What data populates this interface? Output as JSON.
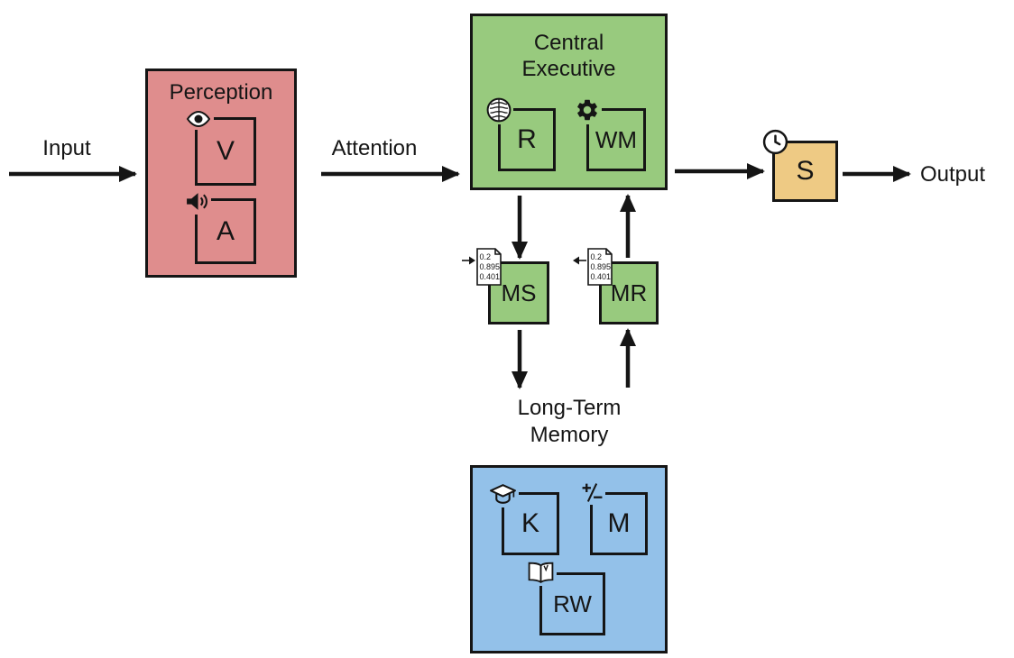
{
  "colors": {
    "perception": "#df8d8d",
    "central_executive": "#98ca7e",
    "long_term_memory": "#93c1e9",
    "s_module": "#eeca84",
    "line": "#151515"
  },
  "labels": {
    "input": "Input",
    "attention": "Attention",
    "output": "Output",
    "long_term_memory": "Long-Term Memory"
  },
  "perception": {
    "title": "Perception",
    "modules": [
      {
        "label": "V",
        "icon": "eye-icon"
      },
      {
        "label": "A",
        "icon": "speaker-icon"
      }
    ]
  },
  "central_executive": {
    "title": "Central Executive",
    "modules": [
      {
        "label": "R",
        "icon": "brain-icon"
      },
      {
        "label": "WM",
        "icon": "gear-icon"
      }
    ]
  },
  "memory_storage": {
    "label": "MS",
    "icon": "vector-write-icon"
  },
  "memory_retrieval": {
    "label": "MR",
    "icon": "vector-read-icon"
  },
  "vector_values": [
    "0.2",
    "0.895",
    "0.401"
  ],
  "long_term_memory": {
    "modules": [
      {
        "label": "K",
        "icon": "graduation-cap-icon"
      },
      {
        "label": "M",
        "icon": "plus-minus-icon"
      },
      {
        "label": "RW",
        "icon": "open-book-icon"
      }
    ]
  },
  "s_module": {
    "label": "S",
    "icon": "clock-icon"
  }
}
